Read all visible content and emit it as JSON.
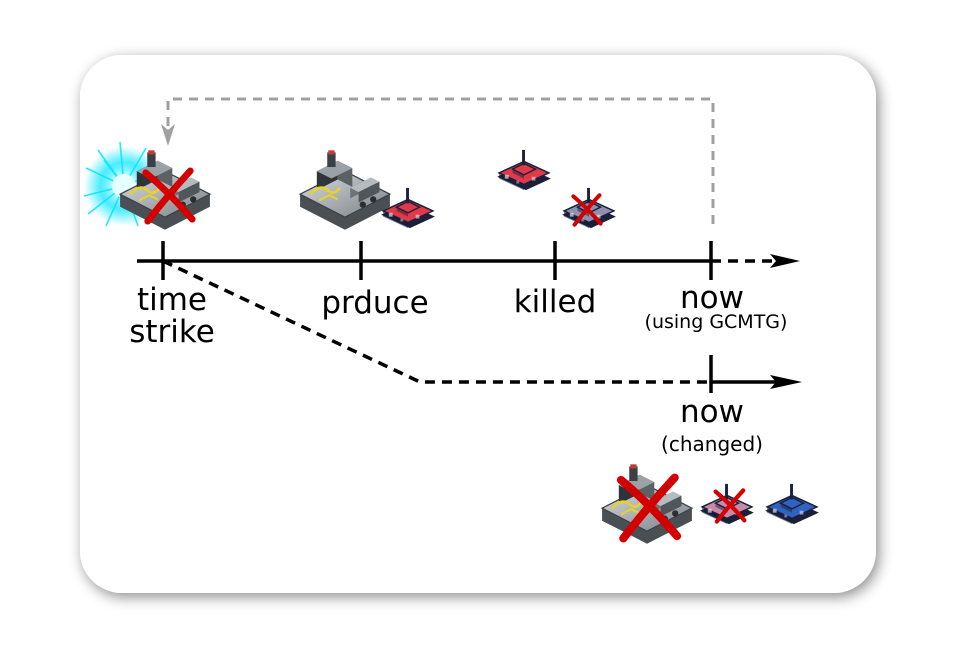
{
  "labels": {
    "time_strike_1": "time",
    "time_strike_2": "strike",
    "produce": "prduce",
    "killed": "killed",
    "now_top": "now",
    "now_top_sub": "(using GCMTG)",
    "now_bottom": "now",
    "now_bottom_sub": "(changed)"
  },
  "icons": {
    "time_strike": [
      "time-burst-icon",
      "factory-icon",
      "destroyed-x-icon"
    ],
    "produce": [
      "factory-icon",
      "red-tank-icon"
    ],
    "killed": [
      "red-tank-icon",
      "destroyed-red-tank-icon"
    ],
    "changed": [
      "destroyed-factory-icon",
      "destroyed-red-tank-icon",
      "blue-tank-icon"
    ]
  },
  "colors": {
    "timeline": "#000000",
    "loop_arrow": "#a0a0a0",
    "x_mark": "#d40000",
    "burst": "#00e5ff",
    "red_tank": "#e03a4a",
    "blue_tank": "#1f4fa8",
    "factory": "#8a9094"
  }
}
